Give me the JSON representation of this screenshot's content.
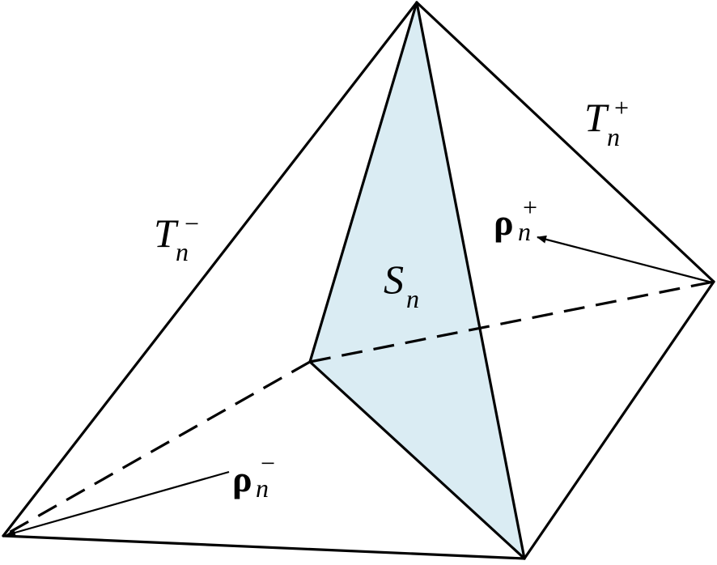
{
  "diagram": {
    "colors": {
      "stroke": "#000000",
      "shared_face_fill": "#daecf3",
      "background": "#ffffff"
    },
    "labels": {
      "t_minus": {
        "base": "T",
        "sub": "n",
        "sup": "−"
      },
      "t_plus": {
        "base": "T",
        "sub": "n",
        "sup": "+"
      },
      "face": {
        "base": "S",
        "sub": "n"
      },
      "rho_plus": {
        "base": "ρ",
        "sub": "n",
        "sup": "+"
      },
      "rho_minus": {
        "base": "ρ",
        "sub": "n",
        "sup": "−"
      }
    }
  }
}
